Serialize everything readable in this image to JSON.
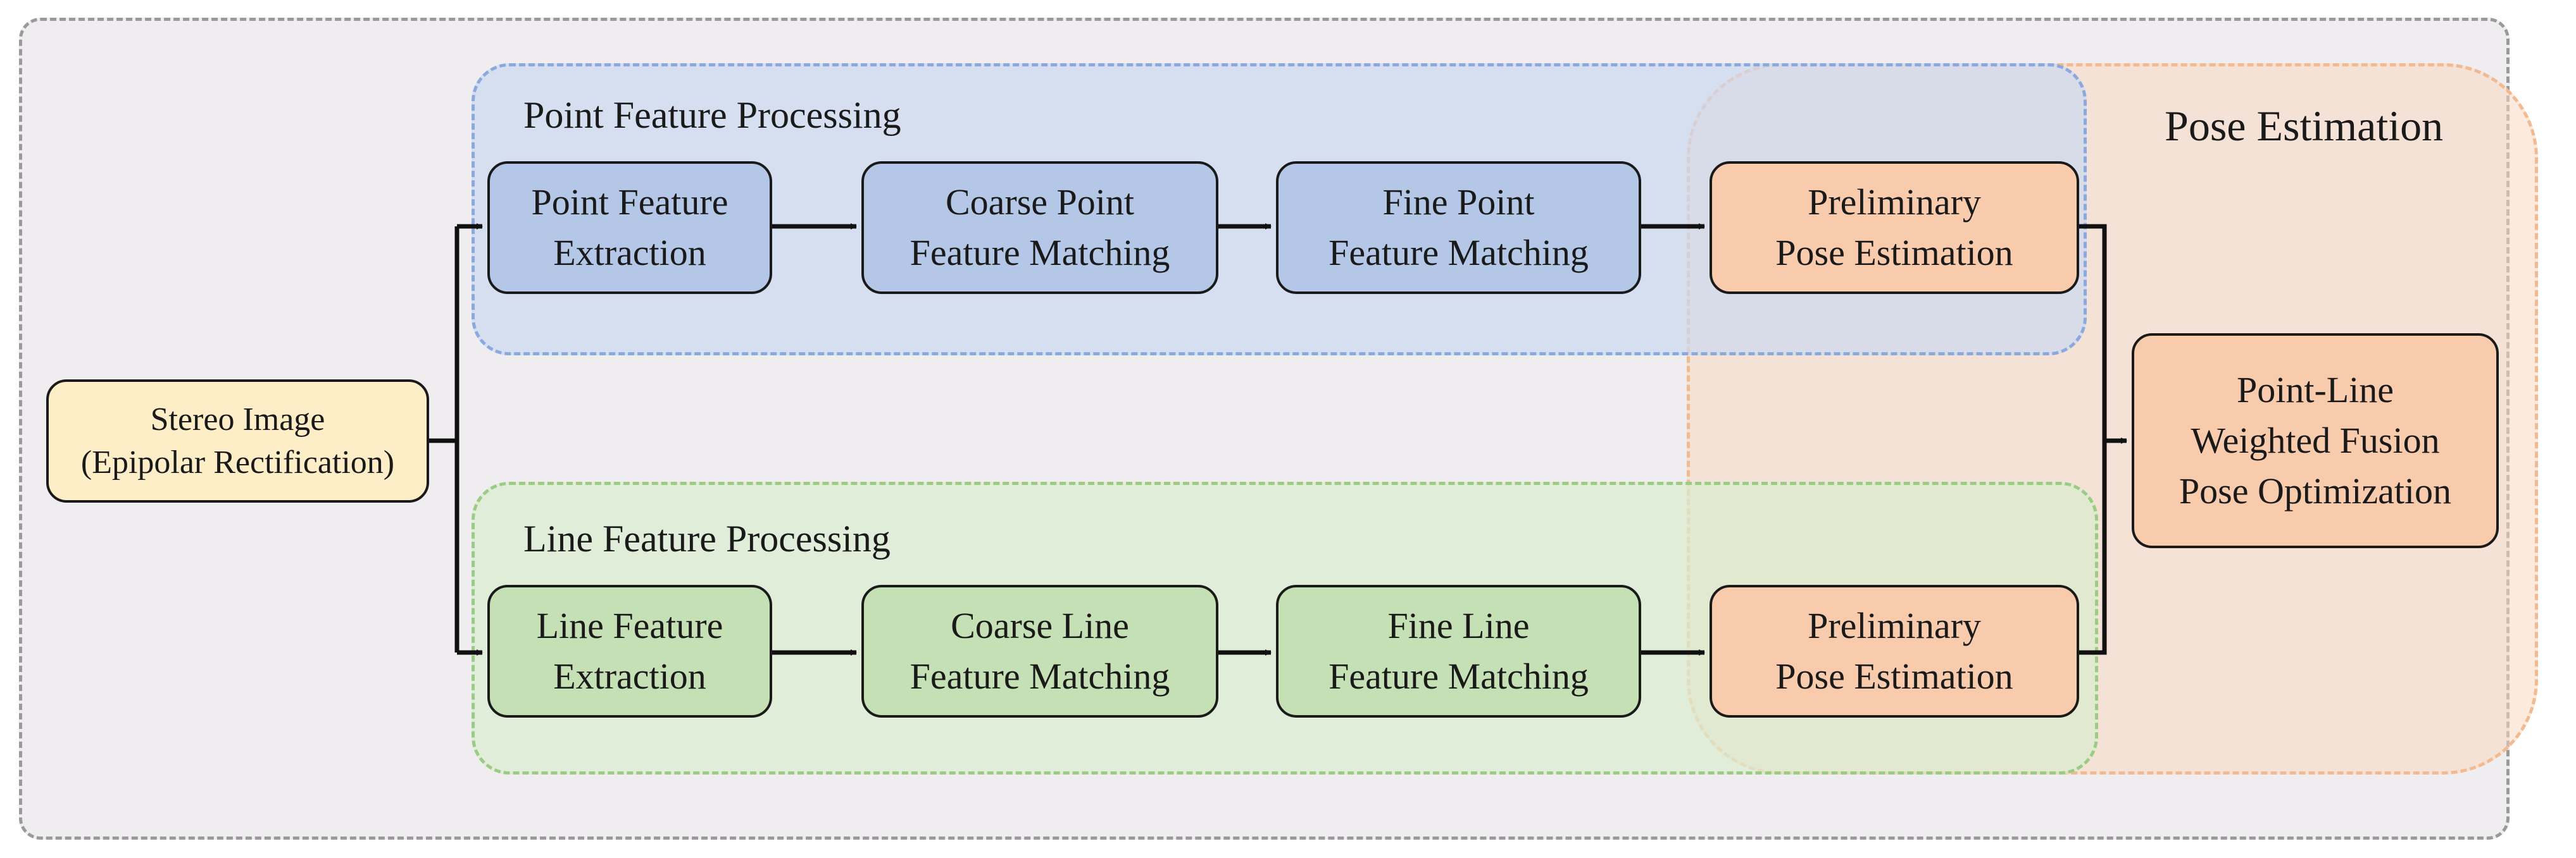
{
  "regions": {
    "point_processing": "Point Feature Processing",
    "line_processing": "Line Feature Processing",
    "pose_estimation": "Pose Estimation"
  },
  "nodes": {
    "stereo_image": [
      "Stereo Image",
      "(Epipolar Rectification)"
    ],
    "point_extraction": [
      "Point Feature",
      "Extraction"
    ],
    "coarse_point": [
      "Coarse Point",
      "Feature Matching"
    ],
    "fine_point": [
      "Fine Point",
      "Feature Matching"
    ],
    "prelim_pose_point": [
      "Preliminary",
      "Pose Estimation"
    ],
    "line_extraction": [
      "Line Feature",
      "Extraction"
    ],
    "coarse_line": [
      "Coarse Line",
      "Feature Matching"
    ],
    "fine_line": [
      "Fine Line",
      "Feature Matching"
    ],
    "prelim_pose_line": [
      "Preliminary",
      "Pose Estimation"
    ],
    "fusion": [
      "Point-Line",
      "Weighted Fusion",
      "Pose Optimization"
    ]
  },
  "colors": {
    "point_box": "#b4c7e7",
    "line_box": "#c5e0b4",
    "pose_box": "#f8cbad",
    "stereo_box": "#fdeec7"
  }
}
